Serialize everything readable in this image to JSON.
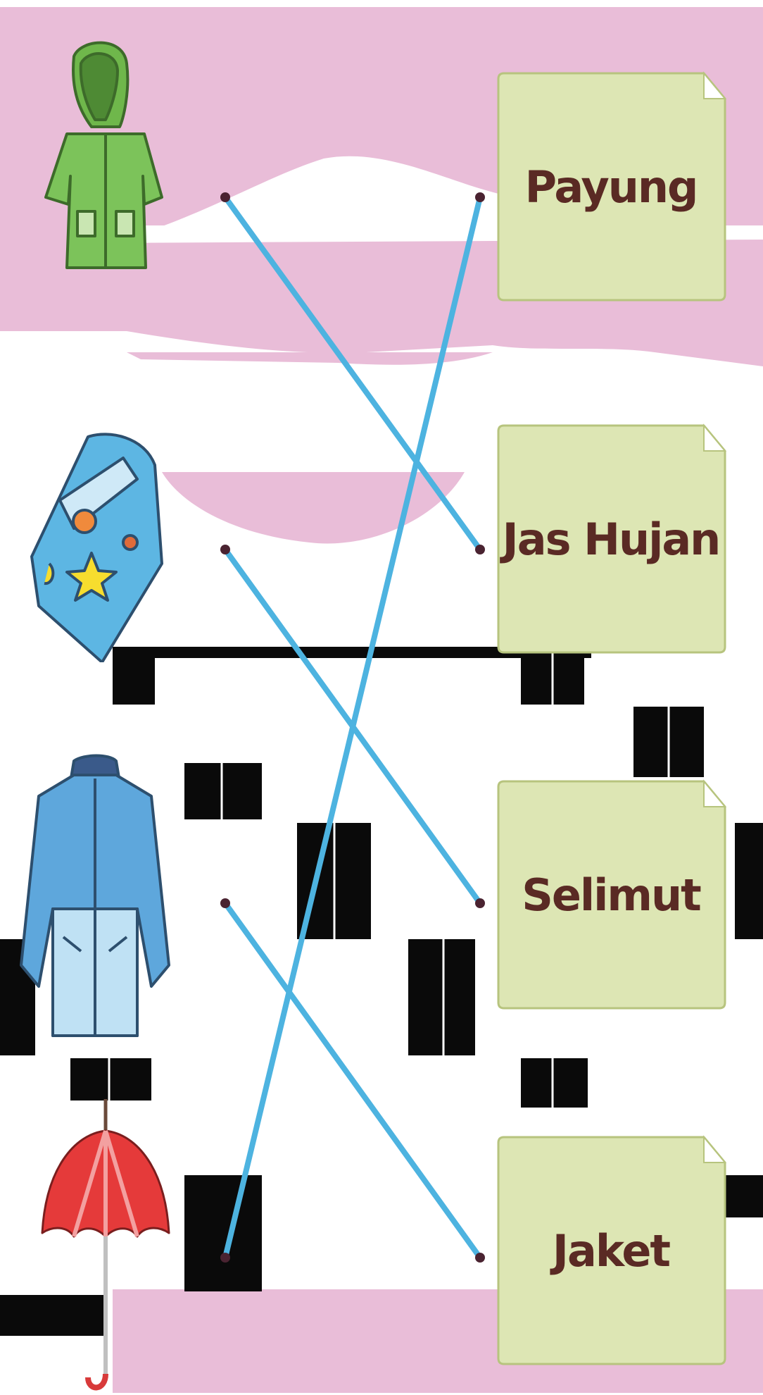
{
  "title": "",
  "colors": {
    "pink": "#e9bdd8",
    "card_fill": "#dde6b4",
    "card_border": "#b7c47e",
    "label_color": "#5a2a24",
    "line_color": "#4db3e0",
    "dot_color": "#4a2331"
  },
  "items": [
    {
      "name": "raincoat-image",
      "icon": "green-raincoat"
    },
    {
      "name": "blanket-image",
      "icon": "blue-blanket"
    },
    {
      "name": "jacket-image",
      "icon": "blue-jacket"
    },
    {
      "name": "umbrella-image",
      "icon": "red-umbrella"
    }
  ],
  "options": [
    {
      "label": "Payung"
    },
    {
      "label": "Jas Hujan"
    },
    {
      "label": "Selimut"
    },
    {
      "label": "Jaket"
    }
  ],
  "matches": [
    {
      "item": 0,
      "option": 1
    },
    {
      "item": 1,
      "option": 2
    },
    {
      "item": 2,
      "option": 3
    },
    {
      "item": 3,
      "option": 0
    }
  ]
}
